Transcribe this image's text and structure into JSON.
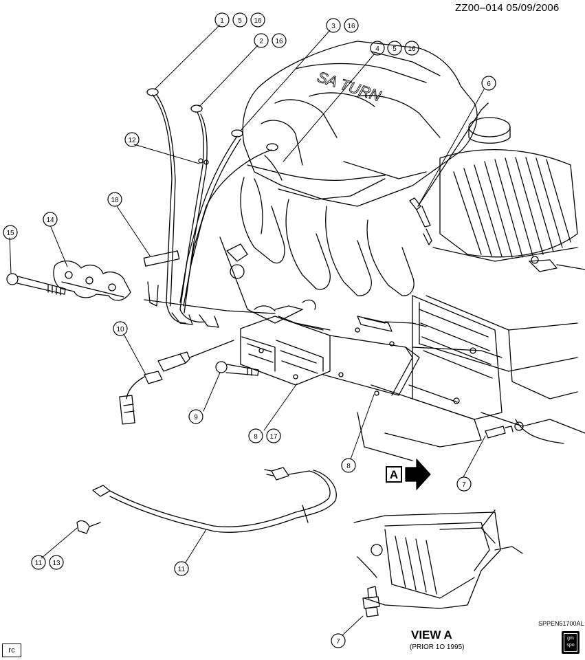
{
  "header": {
    "title": "ZZ00–014  05/09/2006"
  },
  "footer": {
    "ref_code": "SPPEN51700AL",
    "rc_label": "rc",
    "logo_line1": "gm",
    "logo_line2": "spo"
  },
  "view": {
    "callout_letter": "A",
    "title": "VIEW A",
    "subtitle": "(PRIOR 1O 1995)"
  },
  "callouts": [
    {
      "id": "c1",
      "label": "1"
    },
    {
      "id": "c5a",
      "label": "5"
    },
    {
      "id": "c16a",
      "label": "16"
    },
    {
      "id": "c2",
      "label": "2"
    },
    {
      "id": "c16b",
      "label": "16"
    },
    {
      "id": "c3",
      "label": "3"
    },
    {
      "id": "c16c",
      "label": "16"
    },
    {
      "id": "c4",
      "label": "4"
    },
    {
      "id": "c5b",
      "label": "5"
    },
    {
      "id": "c16d",
      "label": "16"
    },
    {
      "id": "c6",
      "label": "6"
    },
    {
      "id": "c12",
      "label": "12"
    },
    {
      "id": "c18",
      "label": "18"
    },
    {
      "id": "c14",
      "label": "14"
    },
    {
      "id": "c15",
      "label": "15"
    },
    {
      "id": "c10",
      "label": "10"
    },
    {
      "id": "c9",
      "label": "9"
    },
    {
      "id": "c8a",
      "label": "8"
    },
    {
      "id": "c17",
      "label": "17"
    },
    {
      "id": "c8b",
      "label": "8"
    },
    {
      "id": "c7a",
      "label": "7"
    },
    {
      "id": "c11a",
      "label": "11"
    },
    {
      "id": "c13",
      "label": "13"
    },
    {
      "id": "c11b",
      "label": "11"
    },
    {
      "id": "c7b",
      "label": "7"
    }
  ],
  "colors": {
    "ink": "#000000",
    "paper": "#ffffff"
  }
}
